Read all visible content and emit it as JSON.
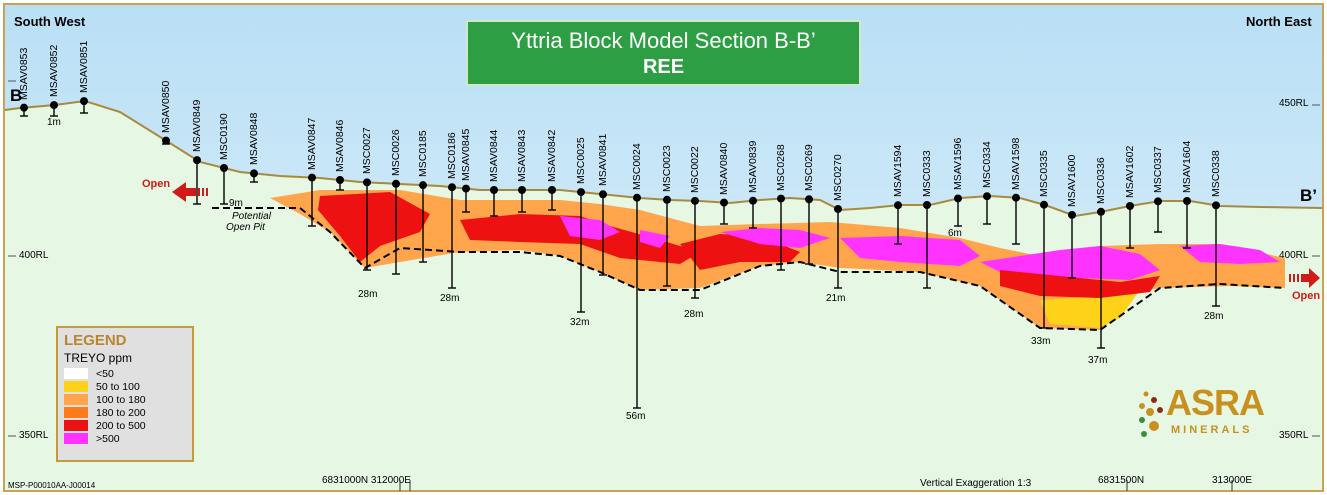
{
  "title": {
    "line1": "Yttria Block Model Section B-B’",
    "line2": "REE"
  },
  "corners": {
    "left": "South West",
    "right": "North East"
  },
  "section_ends": {
    "start": "B",
    "end": "B’"
  },
  "rl_labels": {
    "rl450": "450RL",
    "rl400": "400RL",
    "rl350": "350RL"
  },
  "open_labels": {
    "left": "Open",
    "right": "Open"
  },
  "pit_label": {
    "line1": "Potential",
    "line2": "Open Pit"
  },
  "legend": {
    "title": "LEGEND",
    "subtitle": "TREYO ppm",
    "items": [
      {
        "label": "<50",
        "color": "#ffffff"
      },
      {
        "label": "50 to 100",
        "color": "#ffd21a"
      },
      {
        "label": "100 to 180",
        "color": "#ffa64d"
      },
      {
        "label": "180 to 200",
        "color": "#ff7a1a"
      },
      {
        "label": "200 to 500",
        "color": "#ee1111"
      },
      {
        "label": ">500",
        "color": "#ff33ff"
      }
    ]
  },
  "footer": {
    "ref": "MSP-P00010AA-J00014",
    "coord1": "6831000N 312000E",
    "exaggeration": "Vertical Exaggeration 1:3",
    "coord2": "6831500N",
    "coord3": "313000E"
  },
  "logo": {
    "main": "ASRA",
    "sub": "MINERALS"
  },
  "holes": [
    "MSAV0853",
    "MSAV0852",
    "MSAV0851",
    "MSAV0850",
    "MSAV0849",
    "MSC0190",
    "MSAV0848",
    "MSAV0847",
    "MSAV0846",
    "MSC0027",
    "MSC0026",
    "MSC0185",
    "MSC0186",
    "MSAV0845",
    "MSAV0844",
    "MSAV0843",
    "MSAV0842",
    "MSC0025",
    "MSAV0841",
    "MSC0024",
    "MSC0023",
    "MSC0022",
    "MSAV0840",
    "MSAV0839",
    "MSC0268",
    "MSC0269",
    "MSC0270",
    "MSAV1594",
    "MSC0333",
    "MSAV1596",
    "MSC0334",
    "MSAV1598",
    "MSC0335",
    "MSAV1600",
    "MSC0336",
    "MSAV1602",
    "MSC0337",
    "MSAV1604",
    "MSC0338"
  ],
  "depth_labels": [
    "1m",
    "9m",
    "28m",
    "28m",
    "32m",
    "56m",
    "28m",
    "21m",
    "6m",
    "33m",
    "37m",
    "28m"
  ],
  "colors": {
    "sky": "#cfe8f6",
    "ground": "#e6f7e4",
    "topography": "#a88a3c",
    "border": "#c9a352",
    "open_arrow": "#d11a1a"
  }
}
